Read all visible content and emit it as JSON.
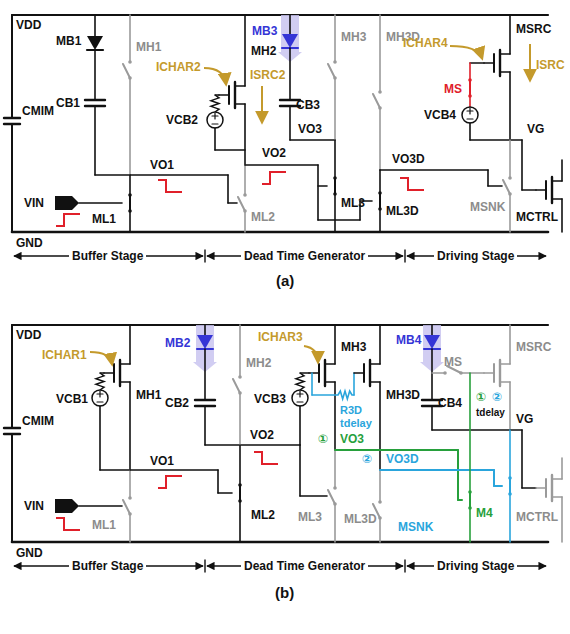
{
  "diagram": {
    "labels": [
      "VDD",
      "MB1",
      "CB1",
      "CMIM",
      "GND",
      "VIN",
      "ML1",
      "VO1",
      "MH1",
      "MH2",
      "ICHAR2",
      "VCB2",
      "ISRC2",
      "ML2",
      "VO2",
      "MB3",
      "CB3",
      "MH3",
      "MH3D",
      "VO3",
      "ML3",
      "ML3D",
      "VO3D",
      "ICHAR4",
      "MSRC",
      "ISRC",
      "MS",
      "VCB4",
      "MCTRL",
      "VG",
      "MSNK",
      "Buffer Stage",
      "Dead Time Generator",
      "Driving Stage",
      "(a)",
      "VDD",
      "CMIM",
      "GND",
      "VIN",
      "ML1",
      "MH1",
      "ICHAR1",
      "VCB1",
      "MB2",
      "CB2",
      "MH2",
      "VO1",
      "ML2",
      "VO2",
      "MH3",
      "MH3D",
      "R3D",
      "tdelay",
      "ICHAR3",
      "VCB3",
      "①",
      "VO3",
      "②",
      "VO3D",
      "ML3",
      "ML3D",
      "MB4",
      "CB4",
      "MSRC",
      "MS",
      "①",
      "②",
      "tdelay",
      "M4",
      "MSNK",
      "MCTRL",
      "VG",
      "Buffer Stage",
      "Dead Time Generator",
      "Driving Stage",
      "(b)"
    ]
  }
}
